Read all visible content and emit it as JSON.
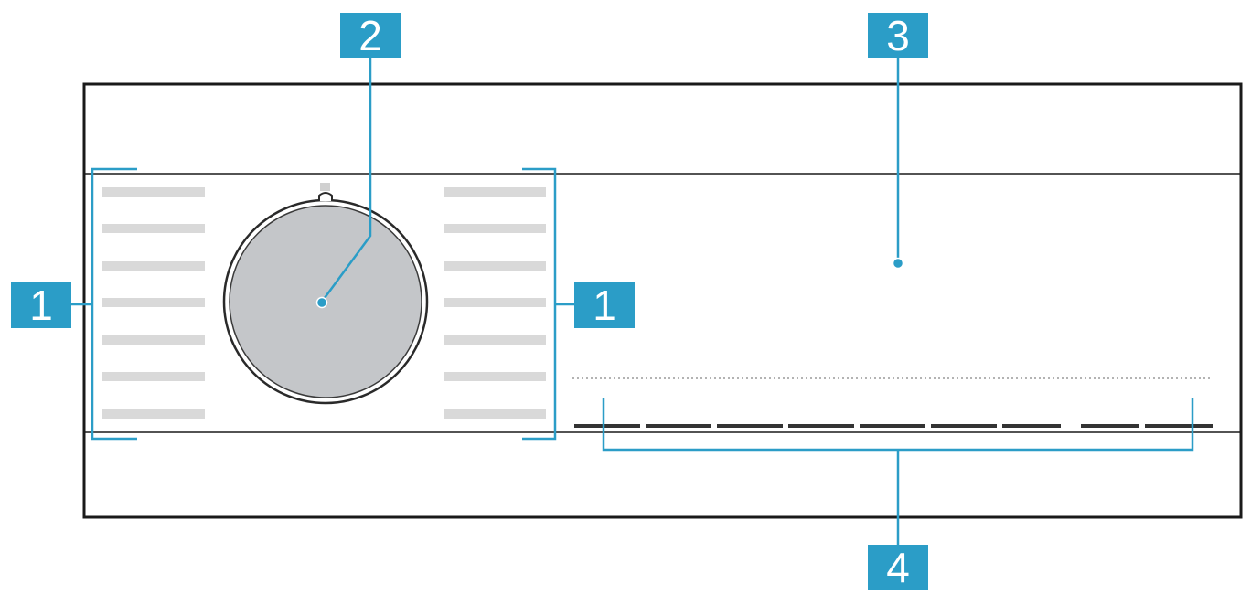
{
  "diagram": {
    "callouts": [
      {
        "id": "program-labels-left",
        "label": "1"
      },
      {
        "id": "program-selector",
        "label": "2"
      },
      {
        "id": "display",
        "label": "3"
      },
      {
        "id": "touch-buttons",
        "label": "4"
      },
      {
        "id": "program-labels-right",
        "label": "1"
      }
    ],
    "colors": {
      "callout": "#2b9dc7",
      "callout_text": "#ffffff",
      "outline": "#1a1a1a",
      "label_bars": "#d9d9d9",
      "knob_fill": "#c4c6c9",
      "knob_rim": "#2a2a2a"
    }
  }
}
